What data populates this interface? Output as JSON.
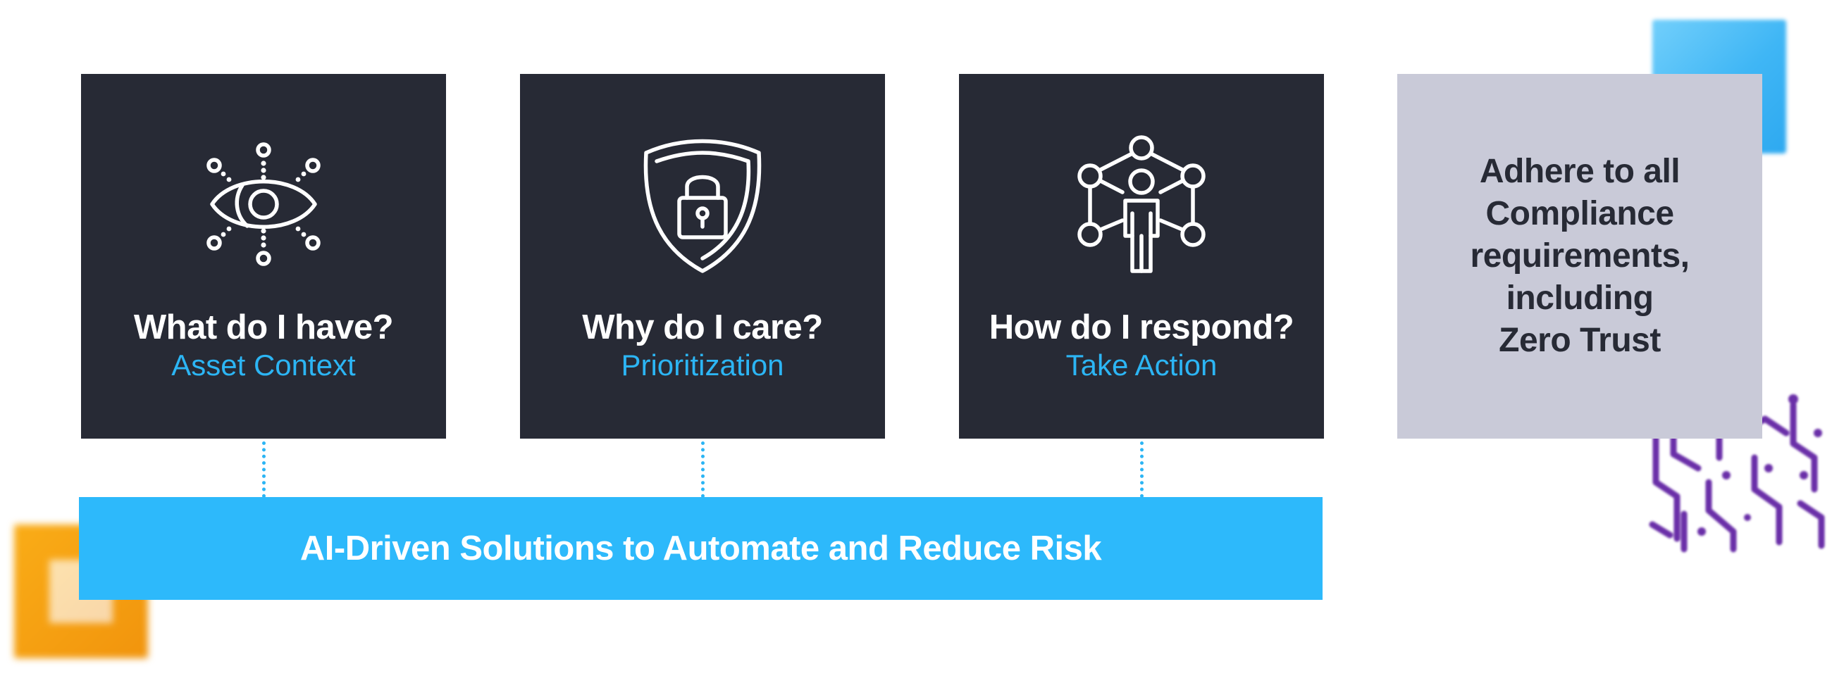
{
  "colors": {
    "card_background": "#272a35",
    "accent_blue": "#2cb5f4",
    "banner_blue": "#2db9fb",
    "compliance_background": "#c9cad8",
    "title_white": "#ffffff"
  },
  "cards": [
    {
      "icon": "eye-network-icon",
      "title": "What do I have?",
      "subtitle": "Asset Context"
    },
    {
      "icon": "shield-lock-icon",
      "title": "Why do I care?",
      "subtitle": "Prioritization"
    },
    {
      "icon": "person-network-icon",
      "title": "How do I respond?",
      "subtitle": "Take Action"
    }
  ],
  "compliance": {
    "lines": [
      "Adhere to all",
      "Compliance",
      "requirements,",
      "including",
      "Zero Trust"
    ]
  },
  "banner": {
    "text": "AI-Driven Solutions to Automate and Reduce Risk"
  }
}
